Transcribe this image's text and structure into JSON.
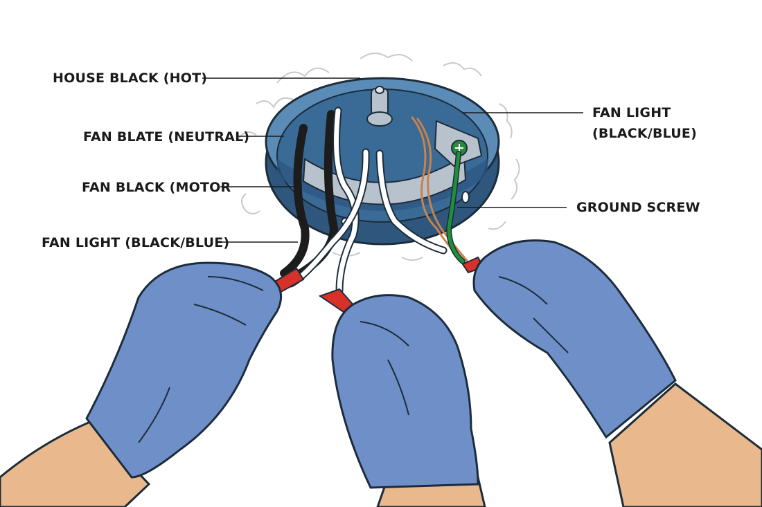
{
  "labels": {
    "house_black": "HOUSE BLACK (HOT)",
    "fan_blate": "FAN BLATE (NEUTRAL)",
    "fan_black_motor": "FAN BLACK (MOTOR",
    "fan_light_left": "FAN LIGHT (BLACK/BLUE)",
    "fan_light_right_line1": "FAN LIGHT",
    "fan_light_right_line2": "(BLACK/BLUE)",
    "ground_screw": "GROUND SCREW"
  },
  "colors": {
    "box_blue": "#4a7aa6",
    "box_dark": "#2f577d",
    "glove": "#6f8fc8",
    "skin": "#e9b98d",
    "connector": "#d8312a",
    "ground_wire": "#1f8f3a",
    "copper": "#c8824a"
  }
}
